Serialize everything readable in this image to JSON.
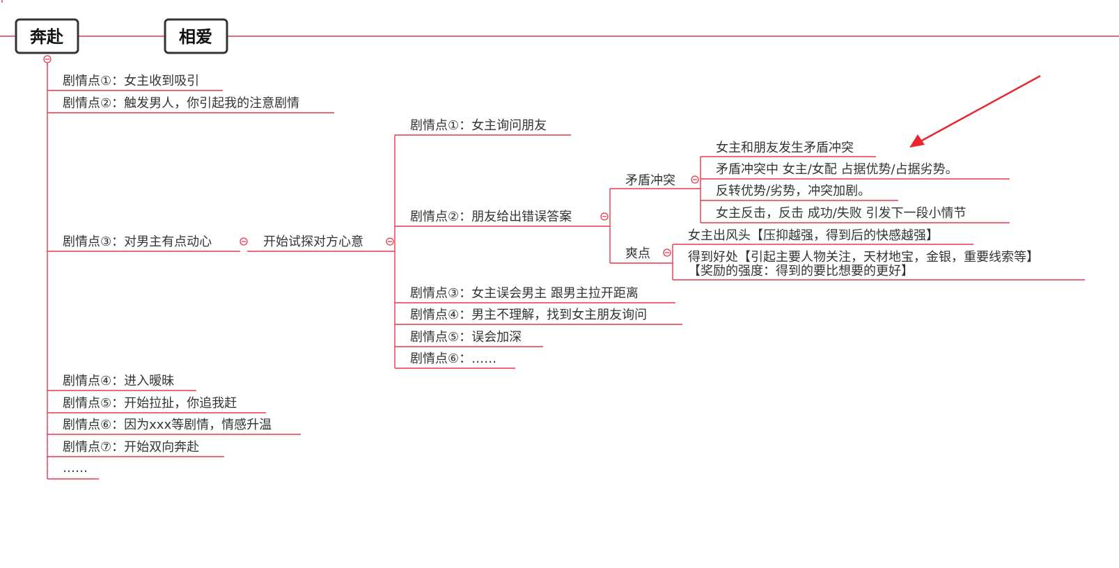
{
  "topics": {
    "main": "奔赴",
    "second": "相爱"
  },
  "left_branch": {
    "p1": "剧情点①：女主收到吸引",
    "p2": "剧情点②：触发男人，你引起我的注意剧情",
    "p3": "剧情点③：对男主有点动心",
    "p4": "剧情点④：进入暧昧",
    "p5": "剧情点⑤：开始拉扯，你追我赶",
    "p6": "剧情点⑥：因为xxx等剧情，情感升温",
    "p7": "剧情点⑦：开始双向奔赴",
    "more": "……"
  },
  "probe": {
    "label": "开始试探对方心意",
    "p1": "剧情点①：女主询问朋友",
    "p2": "剧情点②：朋友给出错误答案",
    "p3": "剧情点③：女主误会男主 跟男主拉开距离",
    "p4": "剧情点④：男主不理解，找到女主朋友询问",
    "p5": "剧情点⑤：误会加深",
    "p6": "剧情点⑥：……"
  },
  "conflict": {
    "label": "矛盾冲突",
    "c1": "女主和朋友发生矛盾冲突",
    "c2": "矛盾冲突中 女主/女配 占据优势/占据劣势。",
    "c3": "反转优势/劣势，冲突加剧。",
    "c4": "女主反击，反击 成功/失败 引发下一段小情节"
  },
  "thrill": {
    "label": "爽点",
    "t1": "女主出风头【压抑越强，得到后的快感越强】",
    "t2_line1": "得到好处【引起主要人物关注，天材地宝，金银，重要线索等】",
    "t2_line2": "【奖励的强度：得到的要比想要的更好】"
  },
  "colors": {
    "line": "#e8364b",
    "text": "#333333",
    "box_border": "#333333",
    "arrow": "#e8262f"
  }
}
